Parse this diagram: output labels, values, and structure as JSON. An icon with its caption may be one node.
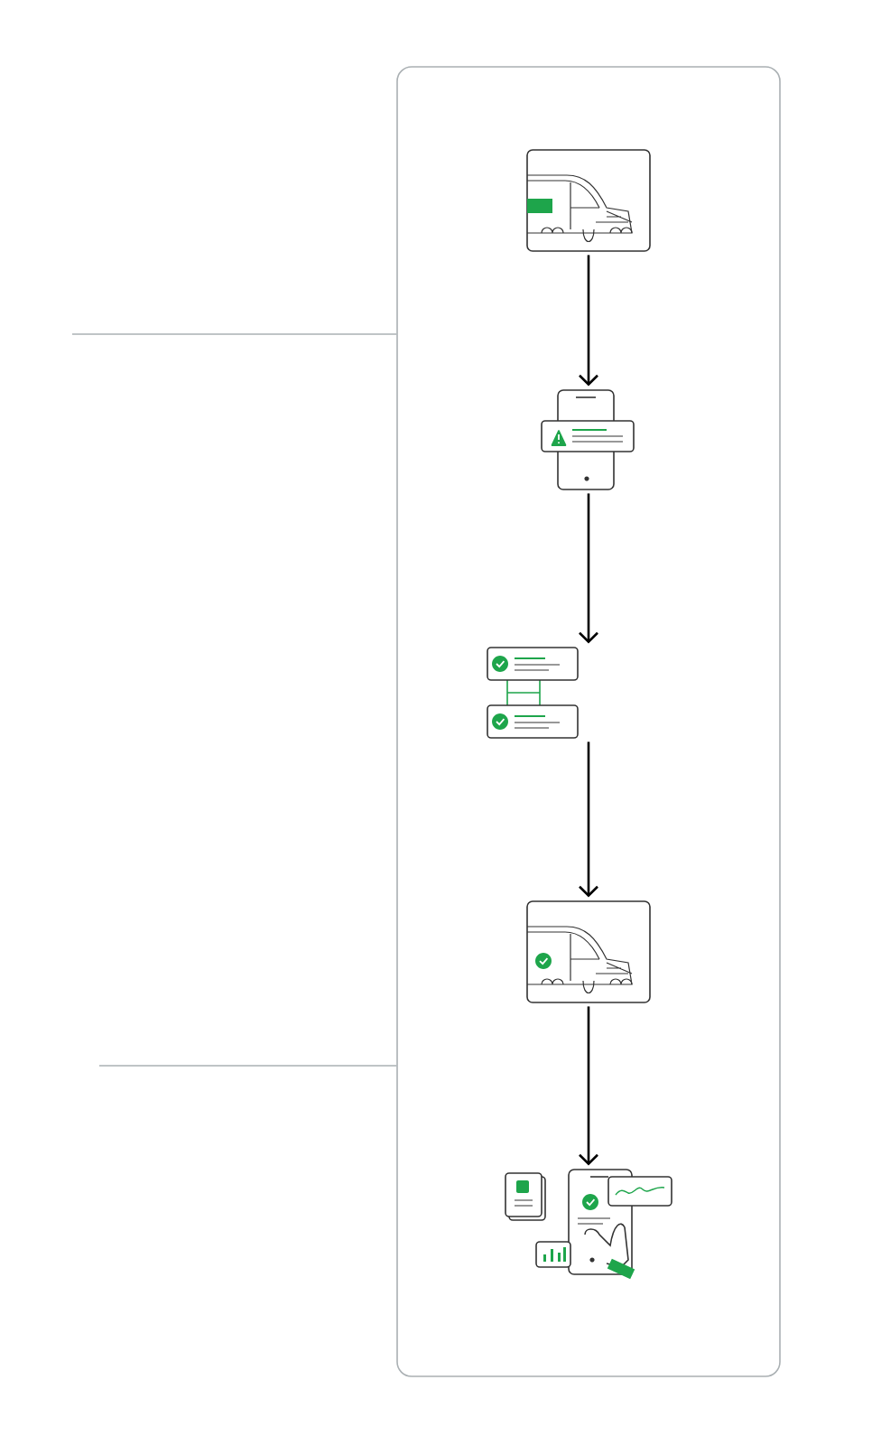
{
  "diagram": {
    "nodes": [
      {
        "text": [],
        "shape": "box"
      },
      {
        "text": [],
        "shape": "picture",
        "in": 0
      },
      {
        "text": [],
        "shape": "picture",
        "in": 0
      },
      {
        "text": [],
        "shape": "picture",
        "in": 0
      },
      {
        "text": [],
        "shape": "picture",
        "in": 0
      },
      {
        "text": [],
        "shape": "picture",
        "in": 0
      }
    ],
    "edges": [
      {
        "from": null,
        "to": 0,
        "arrow": "none",
        "color": "#aab0b3"
      },
      {
        "from": null,
        "to": 0,
        "arrow": "none",
        "color": "#aab0b3"
      },
      {
        "from": 1,
        "to": 2,
        "arrow": "to"
      },
      {
        "from": 2,
        "to": 3,
        "arrow": "to"
      },
      {
        "from": 3,
        "to": 4,
        "arrow": "to"
      },
      {
        "from": 4,
        "to": 5,
        "arrow": "to"
      }
    ]
  }
}
